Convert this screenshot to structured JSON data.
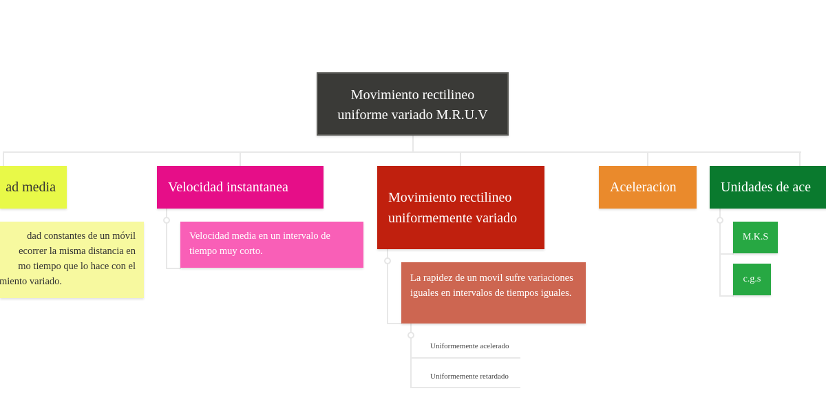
{
  "root": {
    "title_line1": "Movimiento rectilineo",
    "title_line2": "uniforme variado M.R.U.V",
    "color": "#3a3a37"
  },
  "branches": [
    {
      "label": "ad media",
      "color": "#e8f948",
      "detail_lines": [
        "dad constantes de un móvil",
        "ecorrer la misma distancia en",
        "mo tiempo que lo hace con el",
        "miento variado."
      ],
      "detail_color": "#f7f99f"
    },
    {
      "label": "Velocidad instantanea",
      "color": "#e60e88",
      "detail": "Velocidad media en un intervalo de tiempo muy corto.",
      "detail_color": "#f95fb7"
    },
    {
      "label": "Movimiento rectilineo uniformemente variado",
      "color": "#c0200e",
      "detail": "La rapidez de un movil sufre variaciones iguales en intervalos de tiempos iguales.",
      "detail_color": "#cd6651",
      "leaves": [
        "Uniformemente acelerado",
        "Uniformemente retardado"
      ]
    },
    {
      "label": "Aceleracion",
      "color": "#ea8a2c"
    },
    {
      "label": "Unidades de ace",
      "color": "#0a7a2e",
      "children": [
        "M.K.S",
        "c.g.s"
      ],
      "child_color": "#27a843"
    }
  ]
}
